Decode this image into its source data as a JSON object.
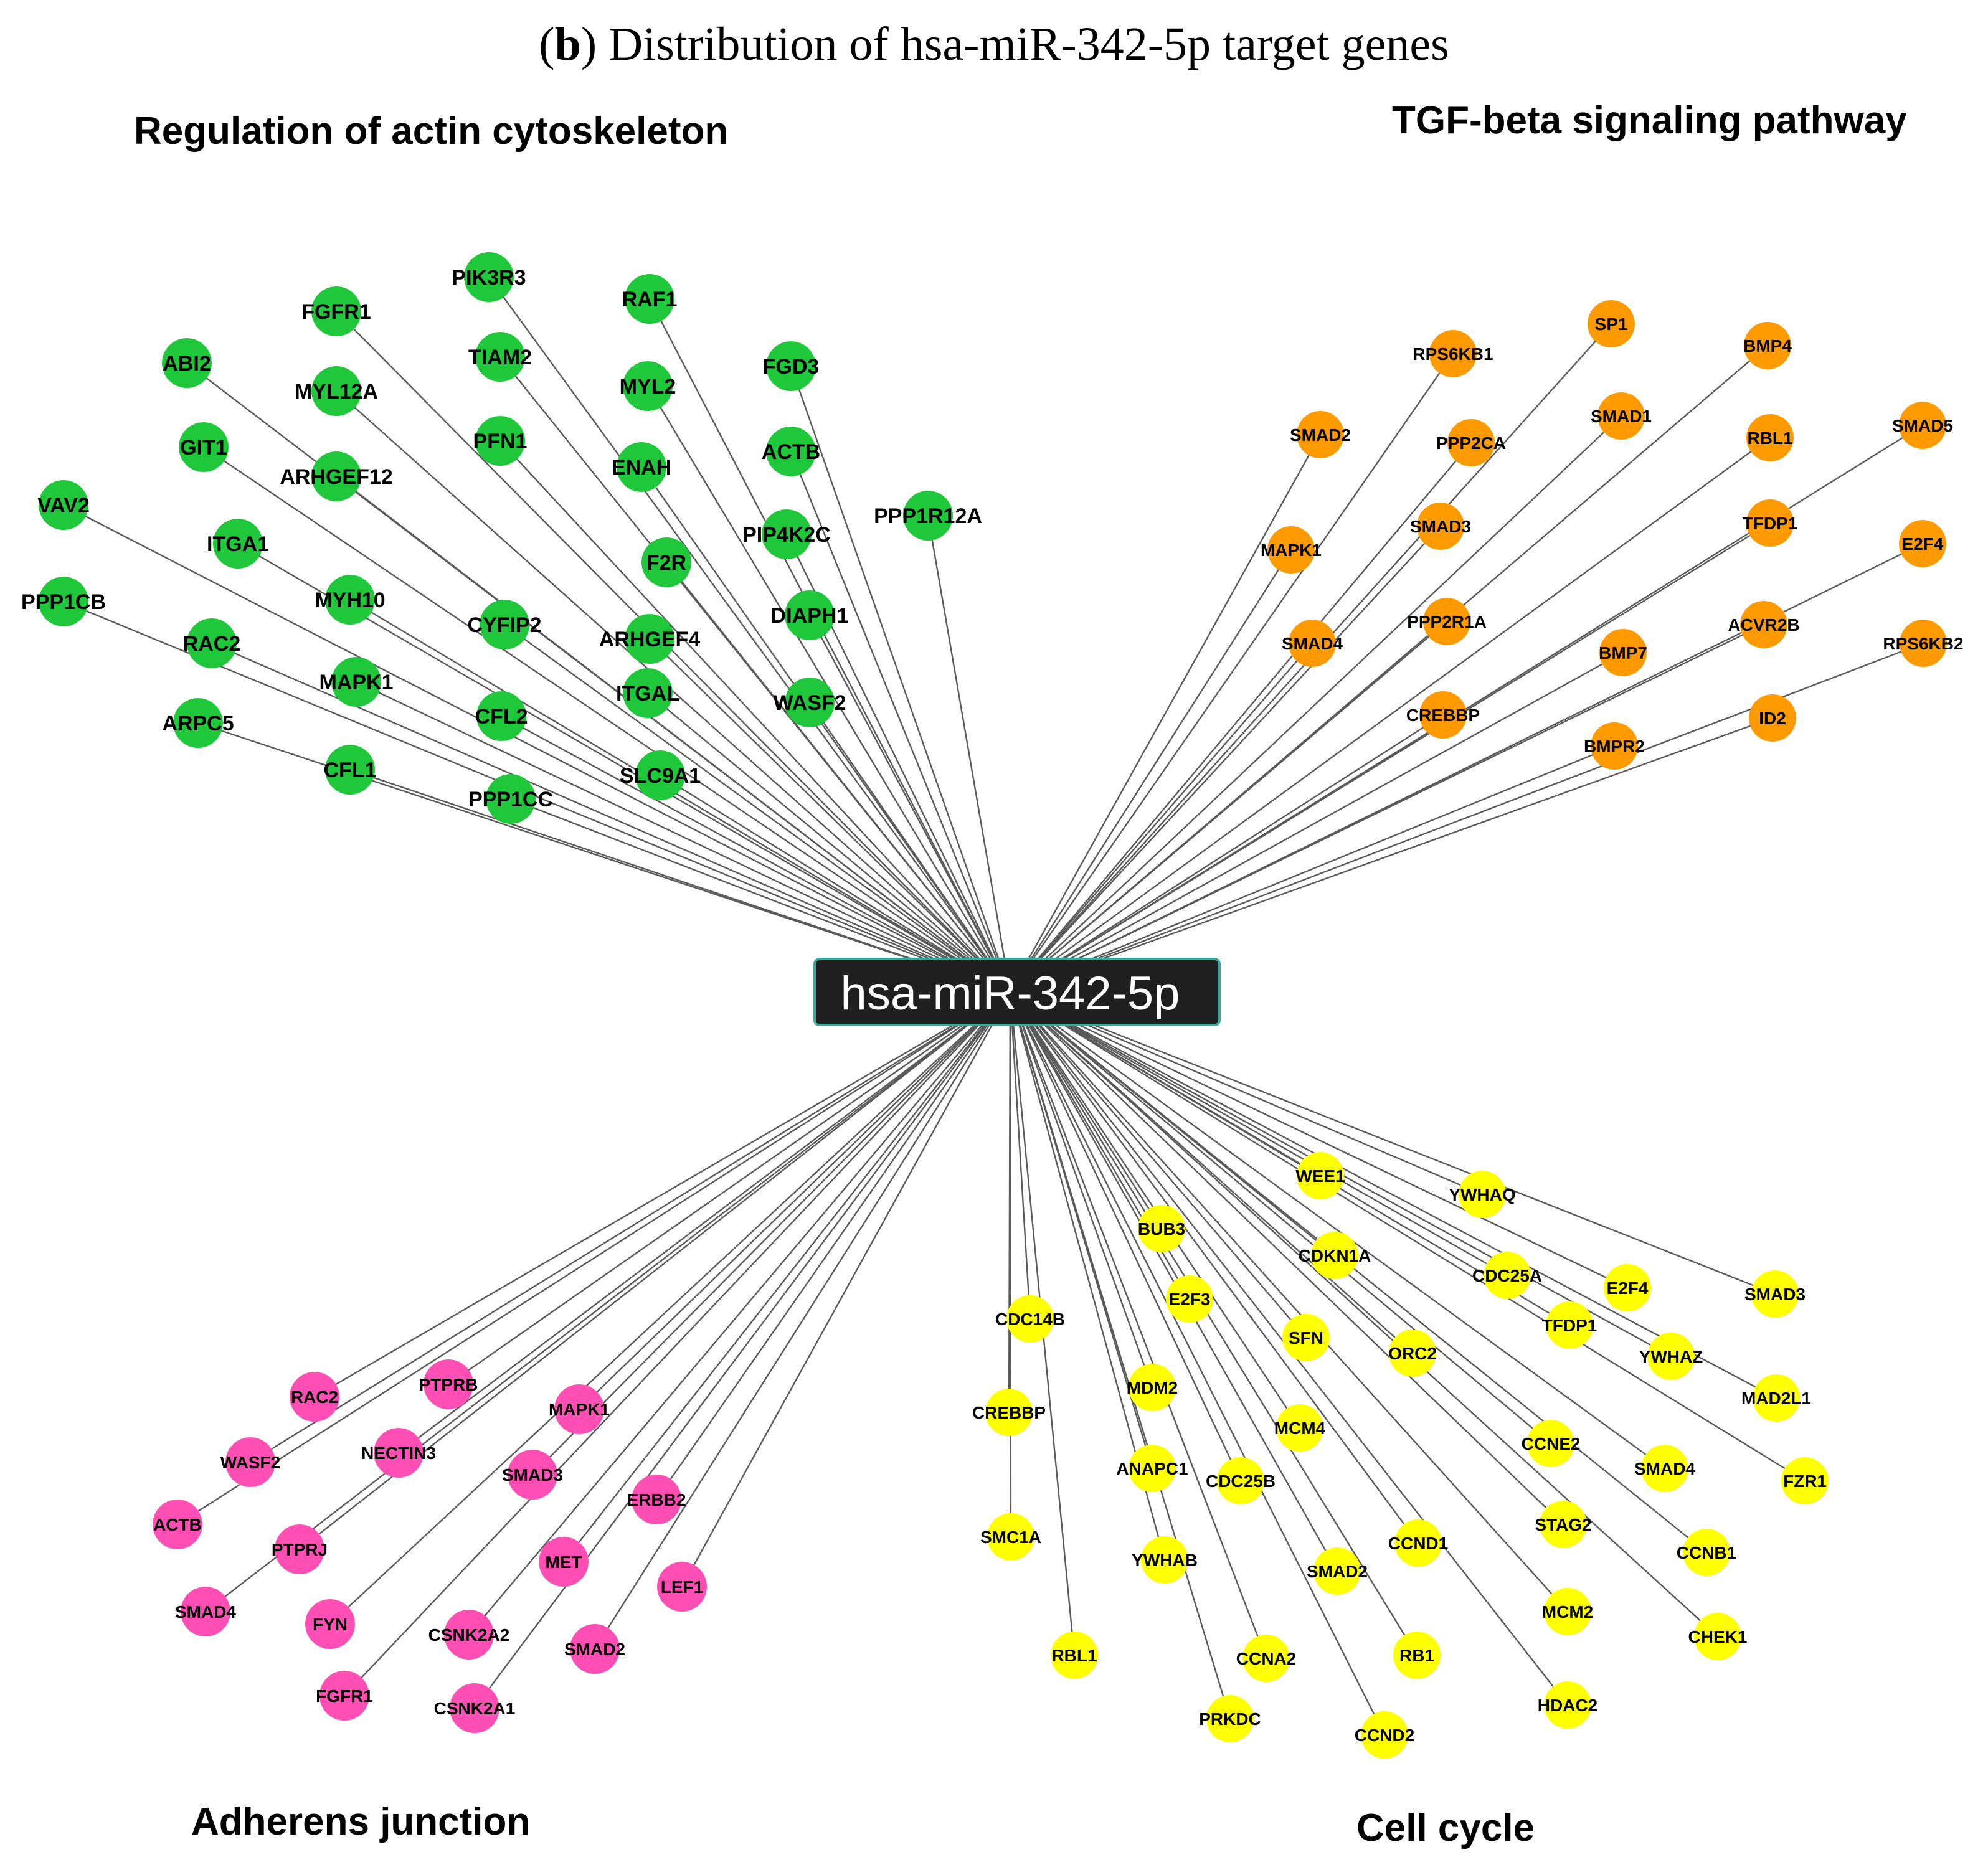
{
  "title": {
    "panel": "b",
    "text": "Distribution of hsa-miR-342-5p target genes"
  },
  "hub": {
    "label": "hsa-miR-342-5p",
    "fill": "#1f1f1f",
    "border": "#3aa89a"
  },
  "colors": {
    "actin": "#1fc83a",
    "tgf": "#ff9a00",
    "adherens": "#ff4fb4",
    "cellcycle": "#ffff00",
    "edge": "#5a5a5a"
  },
  "groups": {
    "actin": {
      "label": "Regulation of actin cytoskeleton",
      "nodes": [
        "PIK3R3",
        "RAF1",
        "FGFR1",
        "ABI2",
        "TIAM2",
        "MYL12A",
        "MYL2",
        "FGD3",
        "GIT1",
        "PFN1",
        "ARHGEF12",
        "ENAH",
        "ACTB",
        "VAV2",
        "PIP4K2C",
        "PPP1R12A",
        "ITGA1",
        "F2R",
        "PPP1CB",
        "MYH10",
        "CYFIP2",
        "DIAPH1",
        "ARHGEF4",
        "RAC2",
        "MAPK1",
        "ITGAL",
        "WASF2",
        "CFL2",
        "ARPC5",
        "CFL1",
        "SLC9A1",
        "PPP1CC"
      ]
    },
    "tgf": {
      "label": "TGF-beta signaling pathway",
      "nodes": [
        "SP1",
        "RPS6KB1",
        "BMP4",
        "SMAD1",
        "SMAD2",
        "PPP2CA",
        "RBL1",
        "SMAD5",
        "SMAD3",
        "TFDP1",
        "MAPK1",
        "E2F4",
        "PPP2R1A",
        "ACVR2B",
        "SMAD4",
        "BMP7",
        "RPS6KB2",
        "CREBBP",
        "ID2",
        "BMPR2"
      ]
    },
    "adherens": {
      "label": "Adherens junction",
      "nodes": [
        "RAC2",
        "PTPRB",
        "MAPK1",
        "WASF2",
        "NECTIN3",
        "SMAD3",
        "ERBB2",
        "ACTB",
        "PTPRJ",
        "MET",
        "LEF1",
        "SMAD4",
        "FYN",
        "CSNK2A2",
        "SMAD2",
        "FGFR1",
        "CSNK2A1"
      ]
    },
    "cellcycle": {
      "label": "Cell cycle",
      "nodes": [
        "WEE1",
        "YWHAQ",
        "BUB3",
        "CDKN1A",
        "E2F4",
        "SMAD3",
        "CDC14B",
        "E2F3",
        "CDC25A",
        "SFN",
        "ORC2",
        "TFDP1",
        "YWHAZ",
        "MAD2L1",
        "MDM2",
        "CREBBP",
        "MCM4",
        "CCNE2",
        "ANAPC1",
        "SMAD4",
        "FZR1",
        "CDC25B",
        "STAG2",
        "SMC1A",
        "CCND1",
        "CCNB1",
        "YWHAB",
        "SMAD2",
        "MCM2",
        "CHEK1",
        "RBL1",
        "RB1",
        "CCNA2",
        "PRKDC",
        "HDAC2",
        "CCND2"
      ]
    }
  }
}
